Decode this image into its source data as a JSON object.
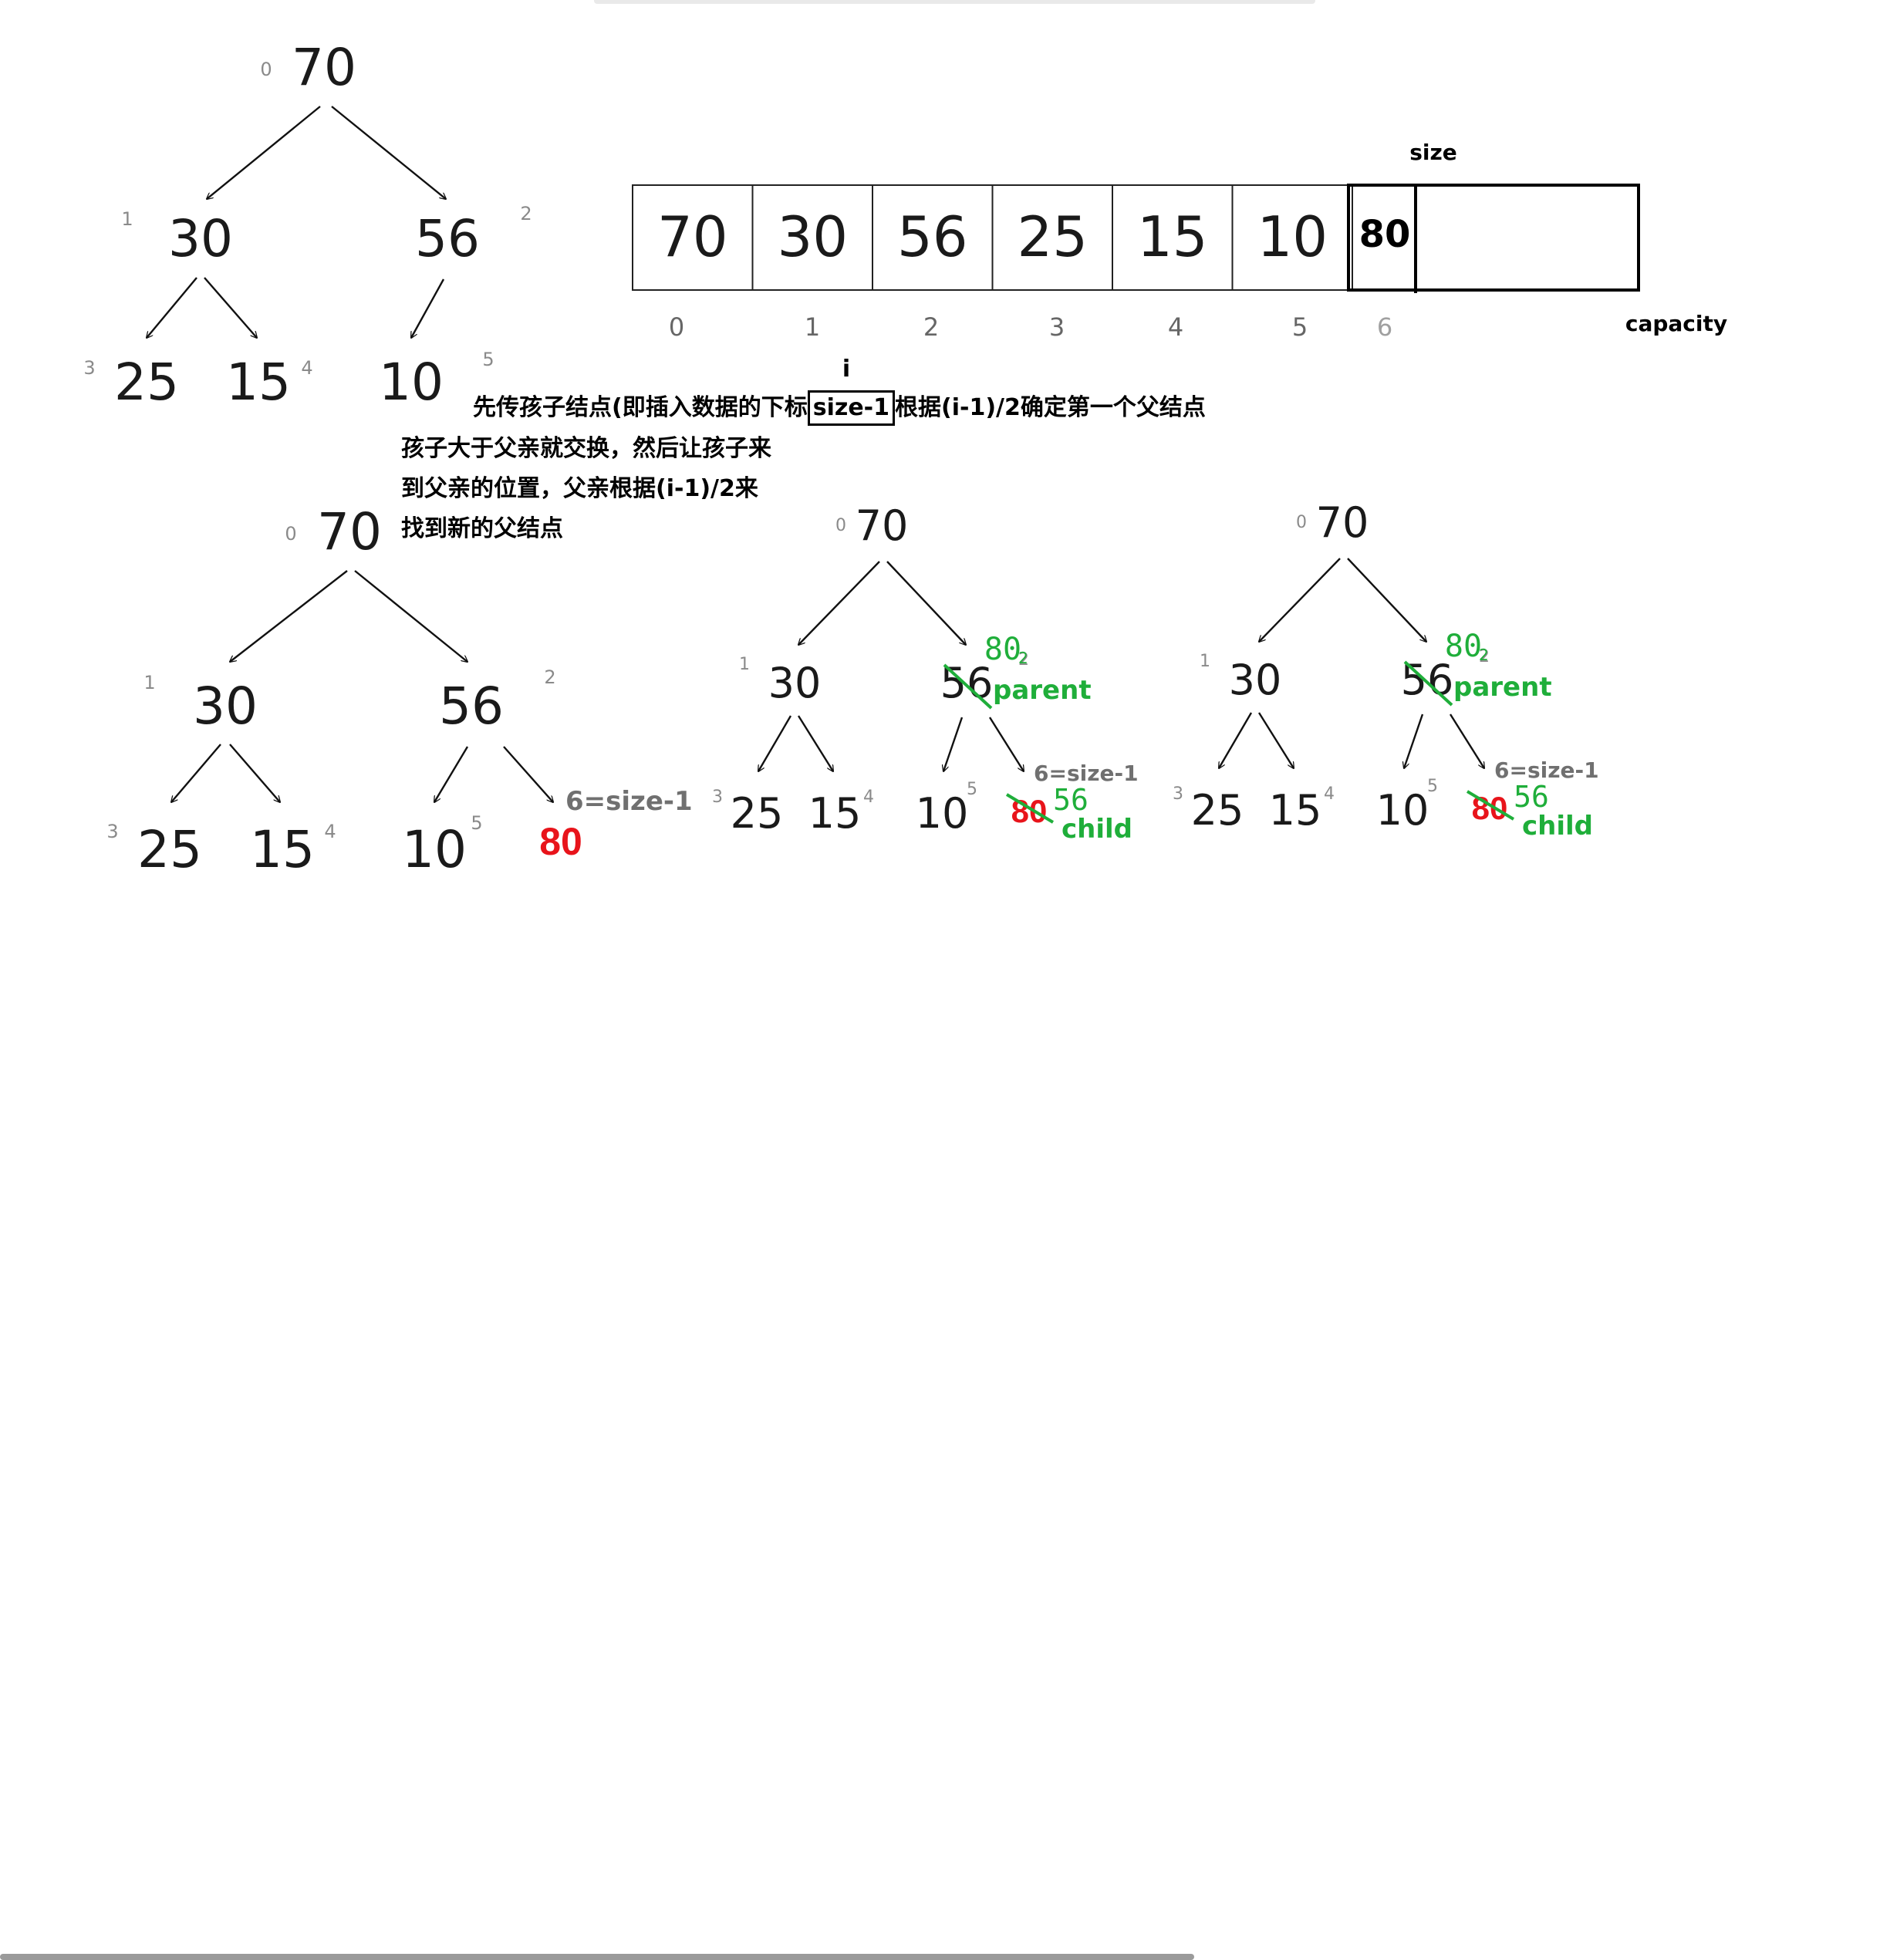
{
  "tree1": {
    "nodes": [
      "70",
      "30",
      "56",
      "25",
      "15",
      "10"
    ],
    "indices": [
      "0",
      "1",
      "2",
      "3",
      "4",
      "5"
    ]
  },
  "array": {
    "cells": [
      "70",
      "30",
      "56",
      "25",
      "15",
      "10"
    ],
    "new_cell": "80",
    "indices": [
      "0",
      "1",
      "2",
      "3",
      "4",
      "5",
      "6"
    ],
    "size_label": "size",
    "capacity_label": "capacity",
    "i_label": "i"
  },
  "notes": {
    "line1_pre": "先传孩子结点(即插入数据的下标",
    "line1_box": "size-1",
    "line1_post": "根据(i-1)/2确定第一个父结点",
    "line2": "孩子大于父亲就交换，然后让孩子来",
    "line3": "到父亲的位置，父亲根据(i-1)/2来",
    "line4": "找到新的父结点"
  },
  "tree2": {
    "nodes": [
      "70",
      "30",
      "56",
      "25",
      "15",
      "10",
      "80"
    ],
    "indices": [
      "0",
      "1",
      "2",
      "3",
      "4",
      "5"
    ],
    "child_label": "6=size-1"
  },
  "tree3": {
    "nodes": [
      "70",
      "30",
      "56",
      "25",
      "15",
      "10",
      "80"
    ],
    "indices": [
      "0",
      "1",
      "2",
      "3",
      "4",
      "5"
    ],
    "child_label": "6=size-1",
    "parent_label": "parent",
    "child_tag": "child",
    "swap_top": "80",
    "swap_bottom": "56"
  },
  "tree4": {
    "nodes": [
      "70",
      "30",
      "56",
      "25",
      "15",
      "10",
      "80"
    ],
    "indices": [
      "0",
      "1",
      "2",
      "3",
      "4",
      "5"
    ],
    "child_label": "6=size-1",
    "parent_label": "parent",
    "child_tag": "child",
    "swap_top": "80",
    "swap_bottom": "56"
  },
  "colors": {
    "red": "#e8141b",
    "green": "#1fae3a",
    "gray": "#707070",
    "index": "#8a8a8a"
  }
}
